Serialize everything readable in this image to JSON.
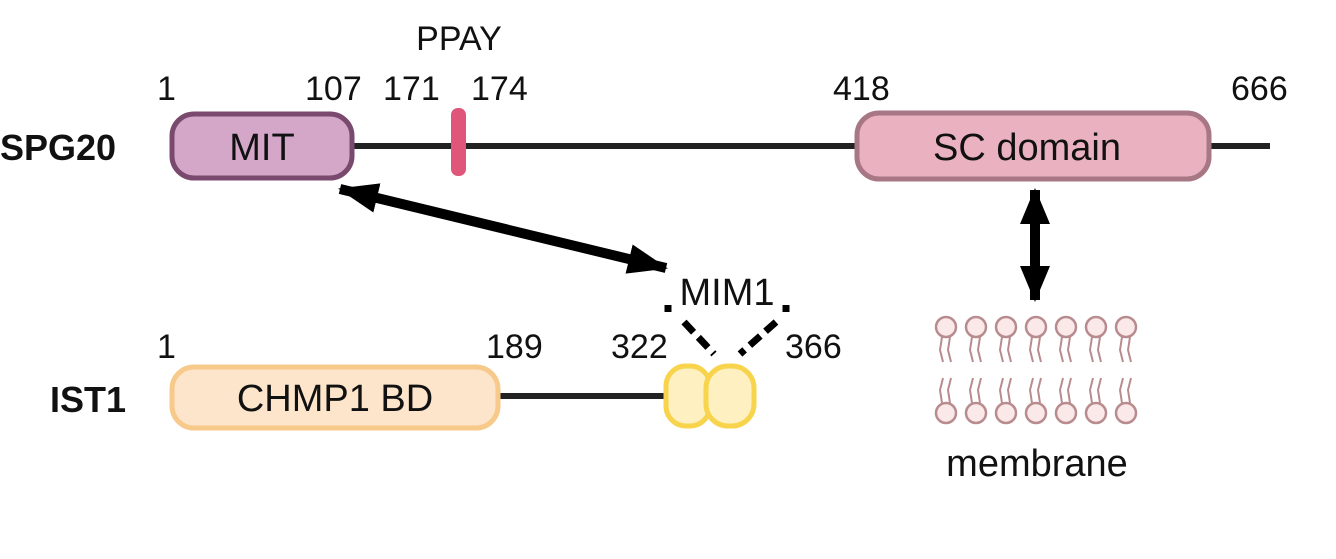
{
  "proteins": {
    "spg20": {
      "name": "SPG20",
      "motif_label": "PPAY",
      "positions": [
        "1",
        "107",
        "171",
        "174",
        "418",
        "666"
      ],
      "domains": {
        "mit": "MIT",
        "sc": "SC domain"
      }
    },
    "ist1": {
      "name": "IST1",
      "motif_label": "MIM1",
      "positions": [
        "1",
        "189",
        "322",
        "366"
      ],
      "domains": {
        "chmp1": "CHMP1 BD"
      }
    }
  },
  "membrane": {
    "label": "membrane"
  },
  "colors": {
    "mit_fill": "#d4a6c8",
    "mit_stroke": "#7a4a6e",
    "ppay_motif": "#e0557a",
    "sc_fill": "#eab1c1",
    "sc_stroke": "#a87785",
    "chmp1_fill": "#fde5cc",
    "chmp1_stroke": "#f7c98a",
    "mim_fill": "#fff0c2",
    "mim_stroke": "#f7d44c",
    "lipid_fill": "#fbe9ea",
    "lipid_stroke": "#b88c8e",
    "line": "#222222"
  }
}
